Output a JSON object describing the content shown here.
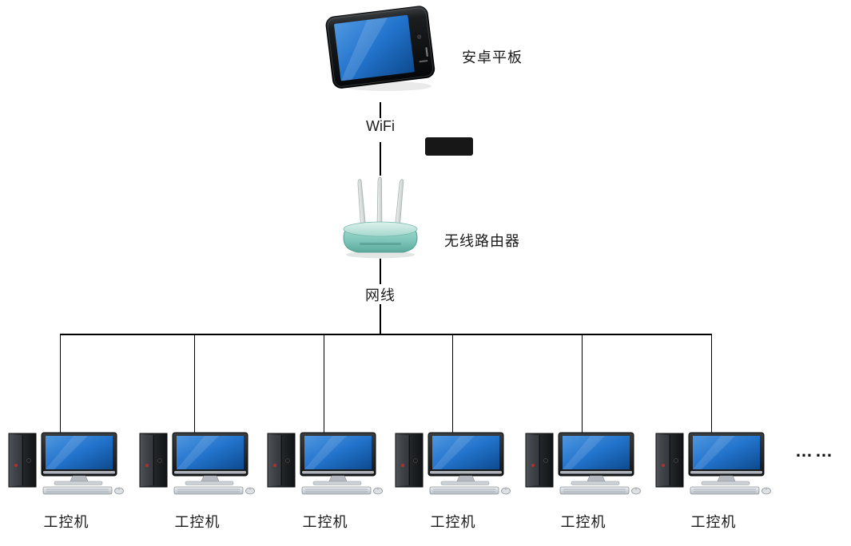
{
  "diagram": {
    "tablet": {
      "label": "安卓平板"
    },
    "wifi": {
      "label": "WiFi"
    },
    "router": {
      "label": "无线路由器"
    },
    "cable": {
      "label": "网线"
    },
    "pcs": [
      "工控机",
      "工控机",
      "工控机",
      "工控机",
      "工控机",
      "工控机"
    ],
    "ellipsis": "……",
    "colors": {
      "line": "#000000",
      "screen_blue": "#2273cc",
      "router_teal": "#7cc4b7",
      "tablet_black": "#141414",
      "text": "#1a1a1a",
      "background": "#ffffff"
    }
  }
}
